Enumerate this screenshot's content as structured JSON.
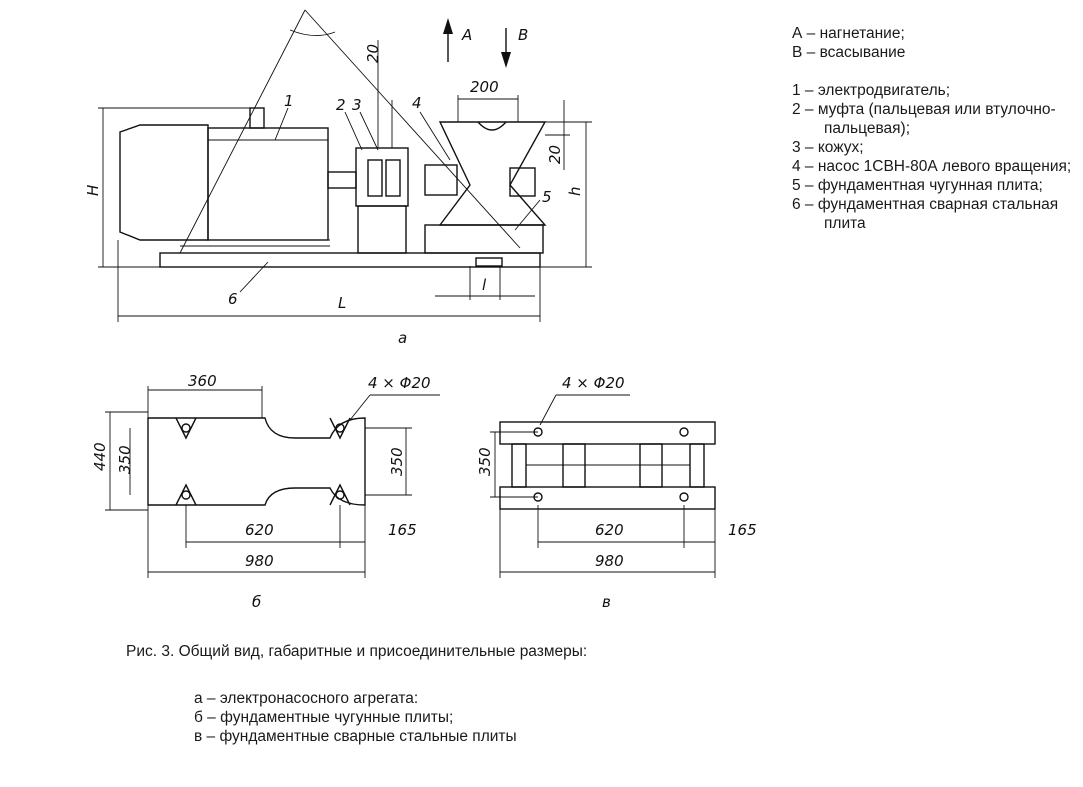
{
  "labels": {
    "arrow_a": "A",
    "arrow_b": "B",
    "view_a": "а",
    "view_b": "б",
    "view_v": "в",
    "parts": [
      "1",
      "2",
      "3",
      "4",
      "5",
      "6"
    ]
  },
  "dims": {
    "d20_top": "20",
    "d200": "200",
    "d20_right": "20",
    "H": "H",
    "h": "h",
    "L": "L",
    "l": "l",
    "d360": "360",
    "holes_b": "4 × Φ20",
    "d440": "440",
    "d350_left": "350",
    "d350_right": "350",
    "d620_b": "620",
    "d165_b": "165",
    "d980_b": "980",
    "holes_v": "4 × Φ20",
    "d350_v": "350",
    "d620_v": "620",
    "d165_v": "165",
    "d980_v": "980"
  },
  "legend": {
    "flow": [
      "А – нагнетание;",
      "В – всасывание"
    ],
    "items": [
      "1 – электродвигатель;",
      "2 – муфта (пальцевая или втулочно-пальцевая);",
      "3 – кожух;",
      "4 – насос 1СВН-80А левого вращения;",
      "5 – фундаментная чугунная плита;",
      "6 – фундаментная сварная стальная плита"
    ]
  },
  "caption": {
    "title": "Рис. 3. Общий вид, габаритные и присоединительные размеры:",
    "items": [
      "а – электронасосного агрегата:",
      "б – фундаментные чугунные плиты;",
      "в – фундаментные сварные стальные плиты"
    ]
  }
}
